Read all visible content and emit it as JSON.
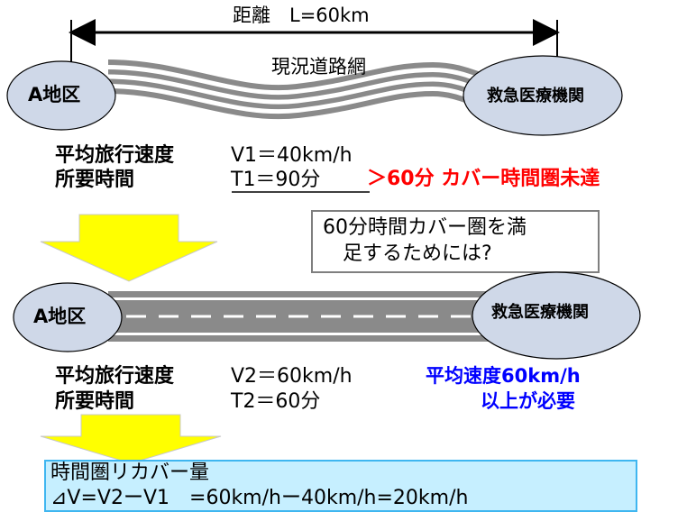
{
  "title": "距離　L=60km",
  "current_road_label": "現況道路網",
  "node_a": "A地区",
  "node_hospital": "救急医療機関",
  "top_speed_label": "平均旅行速度",
  "top_speed_value": "V1＝40km/h",
  "top_time_label": "所要時間",
  "top_time_value": "T1＝90分",
  "top_time_note": "＞60分 カバー時間圏未達",
  "question_line1": "60分時間カバー圏を満",
  "question_line2": "足するためには?",
  "bottom_speed_label": "平均旅行速度",
  "bottom_speed_value": "V2＝60km/h",
  "bottom_speed_note": "平均速度60km/h",
  "bottom_time_label": "所要時間",
  "bottom_time_value": "T2＝60分",
  "bottom_time_note": "以上が必要",
  "cover_title": "時間圏リカバー量",
  "cover_formula": "⊿V=V2ーV1　=60km/hー40km/h=20km/h",
  "colors": {
    "red": "#ff0000",
    "blue": "#0000ff",
    "yellow": "#ffff00",
    "ellipse_fill": "#cfd8e8",
    "road_gray": "#8a8a8a",
    "box_fill": "#c6efff",
    "box_border": "#3fb6f0"
  }
}
